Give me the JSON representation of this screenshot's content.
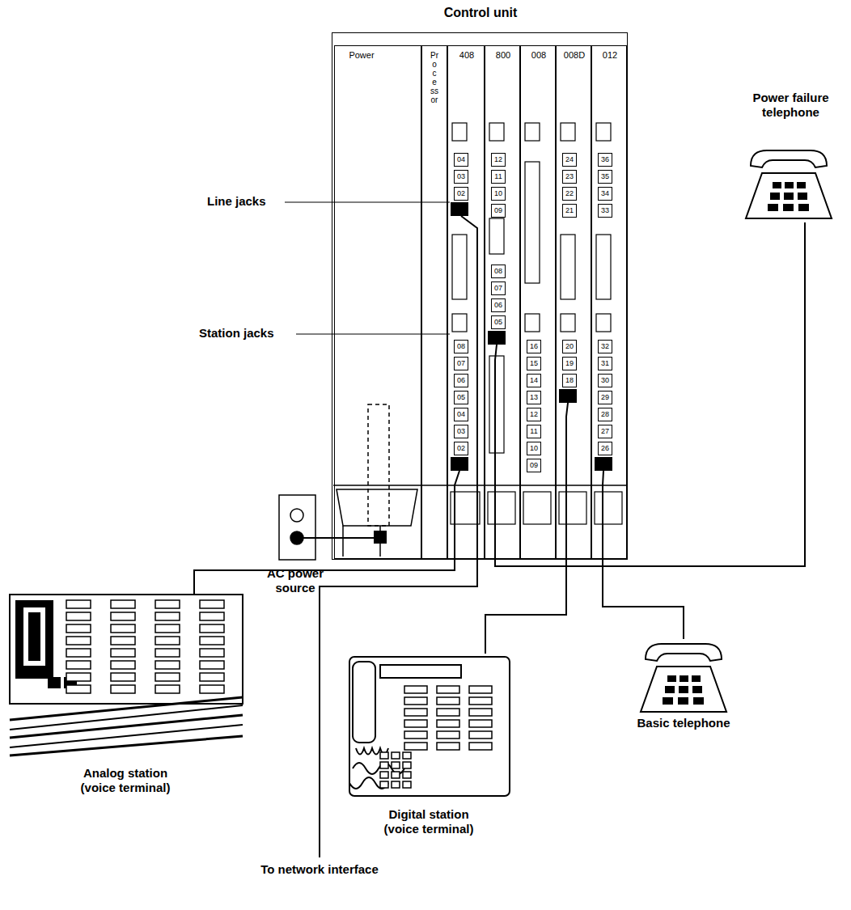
{
  "diagram": {
    "nodes": [
      {
        "text": [
          "Control unit"
        ]
      },
      {
        "text": [
          "Power"
        ],
        "in": 0
      },
      {
        "text": [
          "Processor"
        ],
        "in": 0
      },
      {
        "text": [
          "408",
          "04",
          "03",
          "02",
          "08",
          "07",
          "06",
          "05",
          "04",
          "03",
          "02"
        ],
        "in": 0
      },
      {
        "text": [
          "800",
          "12",
          "11",
          "10",
          "09",
          "08",
          "07",
          "06",
          "05"
        ],
        "in": 0
      },
      {
        "text": [
          "008",
          "16",
          "15",
          "14",
          "13",
          "12",
          "11",
          "10",
          "09"
        ],
        "in": 0
      },
      {
        "text": [
          "008D",
          "24",
          "23",
          "22",
          "21",
          "20",
          "19",
          "18"
        ],
        "in": 0
      },
      {
        "text": [
          "012",
          "36",
          "35",
          "34",
          "33",
          "32",
          "31",
          "30",
          "29",
          "28",
          "27",
          "26"
        ],
        "in": 0
      },
      {
        "text": [
          "Power failure telephone"
        ]
      },
      {
        "text": [
          "AC power source"
        ]
      },
      {
        "text": [
          "Analog station (voice terminal)"
        ]
      },
      {
        "text": [
          "Digital station (voice terminal)"
        ]
      },
      {
        "text": [
          "Basic telephone"
        ]
      }
    ],
    "edges": [
      {
        "from": 9,
        "to": 1,
        "arrow": "none"
      },
      {
        "from": 3,
        "to": 10,
        "arrow": "none"
      },
      {
        "from": 4,
        "to": 8,
        "arrow": "none"
      },
      {
        "from": 6,
        "to": 11,
        "arrow": "none"
      },
      {
        "from": 7,
        "to": 12,
        "arrow": "none"
      }
    ],
    "labels": [
      "Line jacks",
      "Station jacks",
      "To network interface"
    ]
  }
}
